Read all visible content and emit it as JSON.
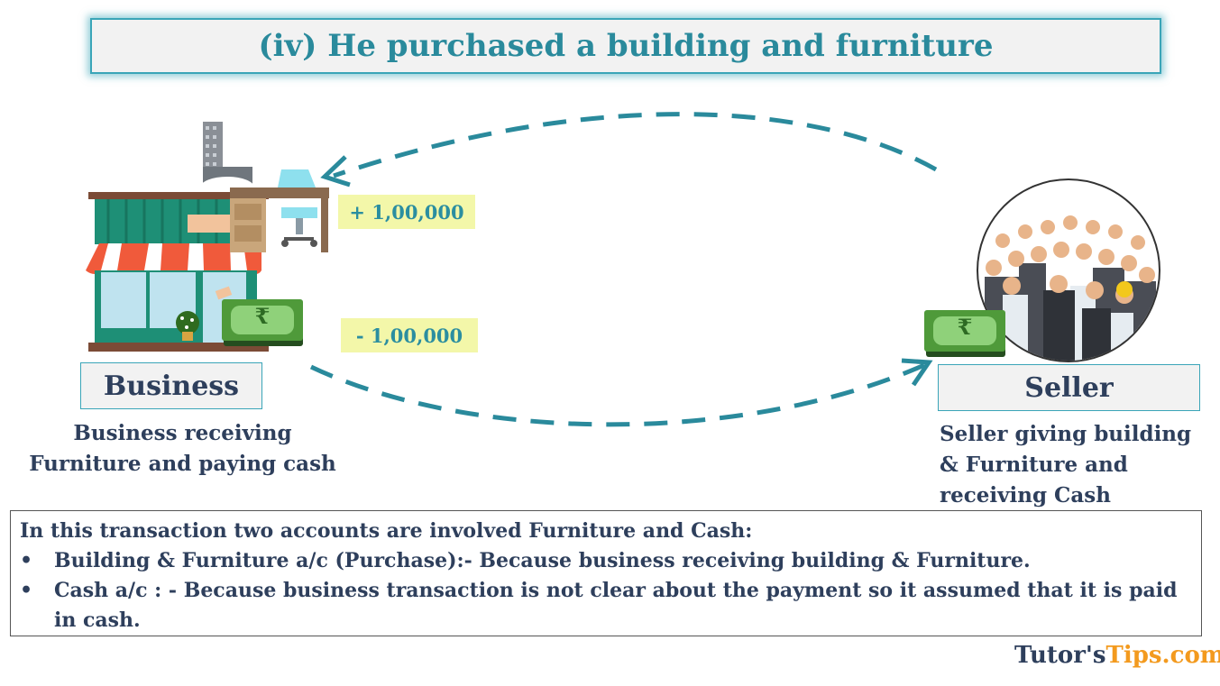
{
  "title": "(iv) He purchased a building and furniture",
  "amounts": {
    "plus": "+ 1,00,000",
    "minus": "- 1,00,000"
  },
  "business": {
    "label": "Business",
    "desc_line1": "Business receiving",
    "desc_line2": "Furniture and paying cash"
  },
  "seller": {
    "label": "Seller",
    "desc_line1": "Seller giving building",
    "desc_line2": "& Furniture and",
    "desc_line3": "receiving Cash"
  },
  "info": {
    "heading": "In this transaction two accounts are involved Furniture and Cash:",
    "bullets": [
      "Building & Furniture a/c (Purchase):- Because business receiving building & Furniture.",
      "Cash a/c : - Because business transaction is not clear about the payment so it assumed that it is paid in cash."
    ]
  },
  "currency_symbol": "₹",
  "brand": {
    "part1": "Tutor's",
    "part2": "Tips.com"
  },
  "colors": {
    "accent": "#2a8a9c",
    "text": "#2e3f5c",
    "amount_bg": "#f3f7a9",
    "brand_orange": "#f39a1e"
  }
}
